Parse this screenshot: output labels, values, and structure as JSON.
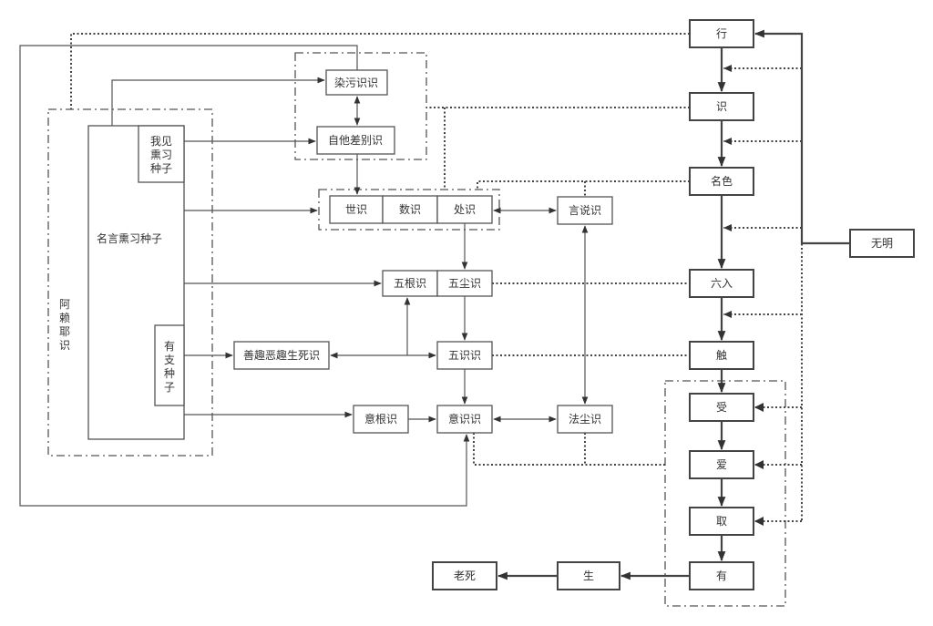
{
  "nodes": {
    "alaya": [
      "阿",
      "赖",
      "耶",
      "识"
    ],
    "mingyan": "名言熏习种子",
    "wojian": [
      "我见",
      "熏习",
      "种子"
    ],
    "youzhi": [
      "有",
      "支",
      "种",
      "子"
    ],
    "ranwu": "染污识识",
    "zita": "自他差别识",
    "shishi": "世识",
    "shushi": "数识",
    "chushi": "处识",
    "yanshuo": "言说识",
    "wugen": "五根识",
    "wuchen": "五尘识",
    "shanqu": "善趣恶趣生死识",
    "wushi": "五识识",
    "yigen": "意根识",
    "yishi": "意识识",
    "fachen": "法尘识",
    "chain": [
      "行",
      "识",
      "名色",
      "六入",
      "触",
      "受",
      "爱",
      "取",
      "有"
    ],
    "sheng": "生",
    "laosi": "老死",
    "wuming": "无明"
  }
}
